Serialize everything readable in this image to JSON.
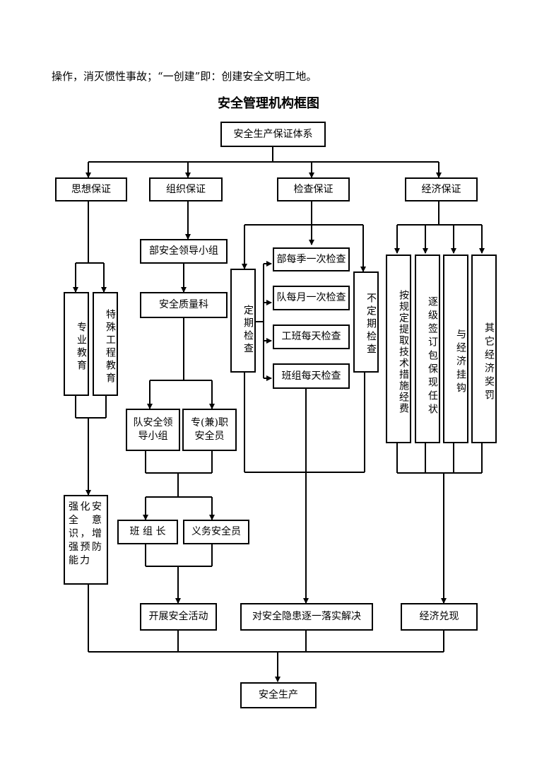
{
  "intro_text": "操作，消灭惯性事故；“一创建”即：创建安全文明工地。",
  "title": "安全管理机构框图",
  "nodes": {
    "root": "安全生产保证体系",
    "thought": "思想保证",
    "org": "组织保证",
    "check": "检查保证",
    "econ": "经济保证",
    "pro_edu": "专业教育",
    "special_edu": "特殊工程教育",
    "awareness": "强化安全意识，增强预防能力",
    "dept_leader": "部安全领导小组",
    "quality": "安全质量科",
    "team_leader_group": "队安全领导小组",
    "safety_officer": "专(兼)职安全员",
    "squad_leader": "班 组 长",
    "volunteer": "义务安全员",
    "activities": "开展安全活动",
    "periodic": "定期检查",
    "nonperiodic": "不定期检查",
    "quarterly": "部每季一次检查",
    "monthly": "队每月一次检查",
    "daily_shift": "工班每天检查",
    "daily_team": "班组每天检查",
    "hazards": "对安全隐患逐一落实解决",
    "extract": "按规定提取技术措施经费",
    "contract": "逐级签订包保现任状",
    "linked": "与经济挂钩",
    "rewards": "其它经济奖罚",
    "fulfill": "经济兑现",
    "final": "安全生产"
  }
}
